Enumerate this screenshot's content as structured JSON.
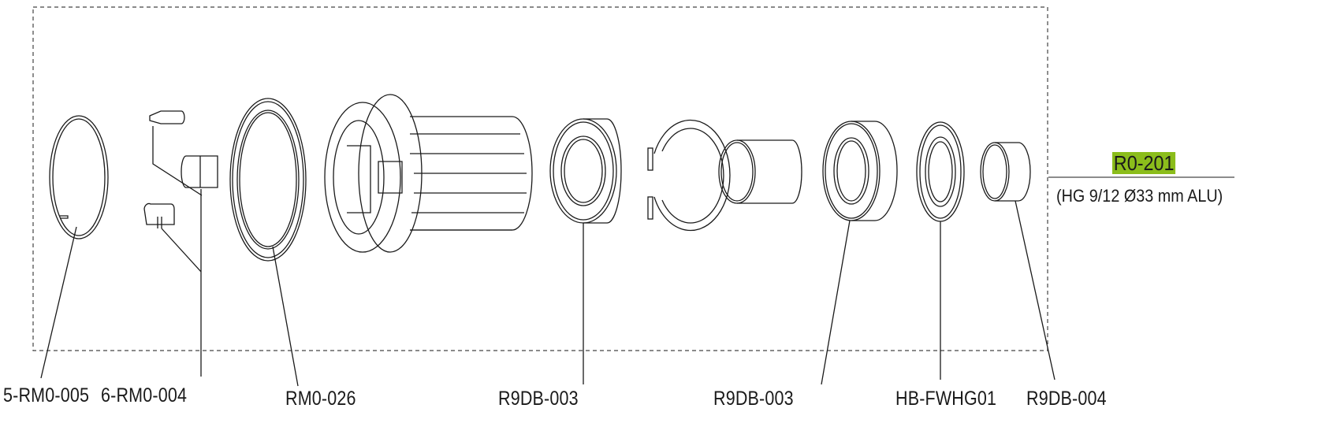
{
  "assembly": {
    "code": "R0-201",
    "description": "(HG 9/12 Ø33 mm ALU)",
    "highlight_color": "#8bbd1b"
  },
  "parts": [
    {
      "label": "5-RM0-005",
      "component": "snap-ring"
    },
    {
      "label": "6-RM0-004",
      "component": "pawls"
    },
    {
      "label": "RM0-026",
      "component": "seal-ring"
    },
    {
      "label": "R9DB-003",
      "component": "bearing"
    },
    {
      "label": "R9DB-003",
      "component": "bearing"
    },
    {
      "label": "HB-FWHG01",
      "component": "seal"
    },
    {
      "label": "R9DB-004",
      "component": "spacer"
    }
  ]
}
